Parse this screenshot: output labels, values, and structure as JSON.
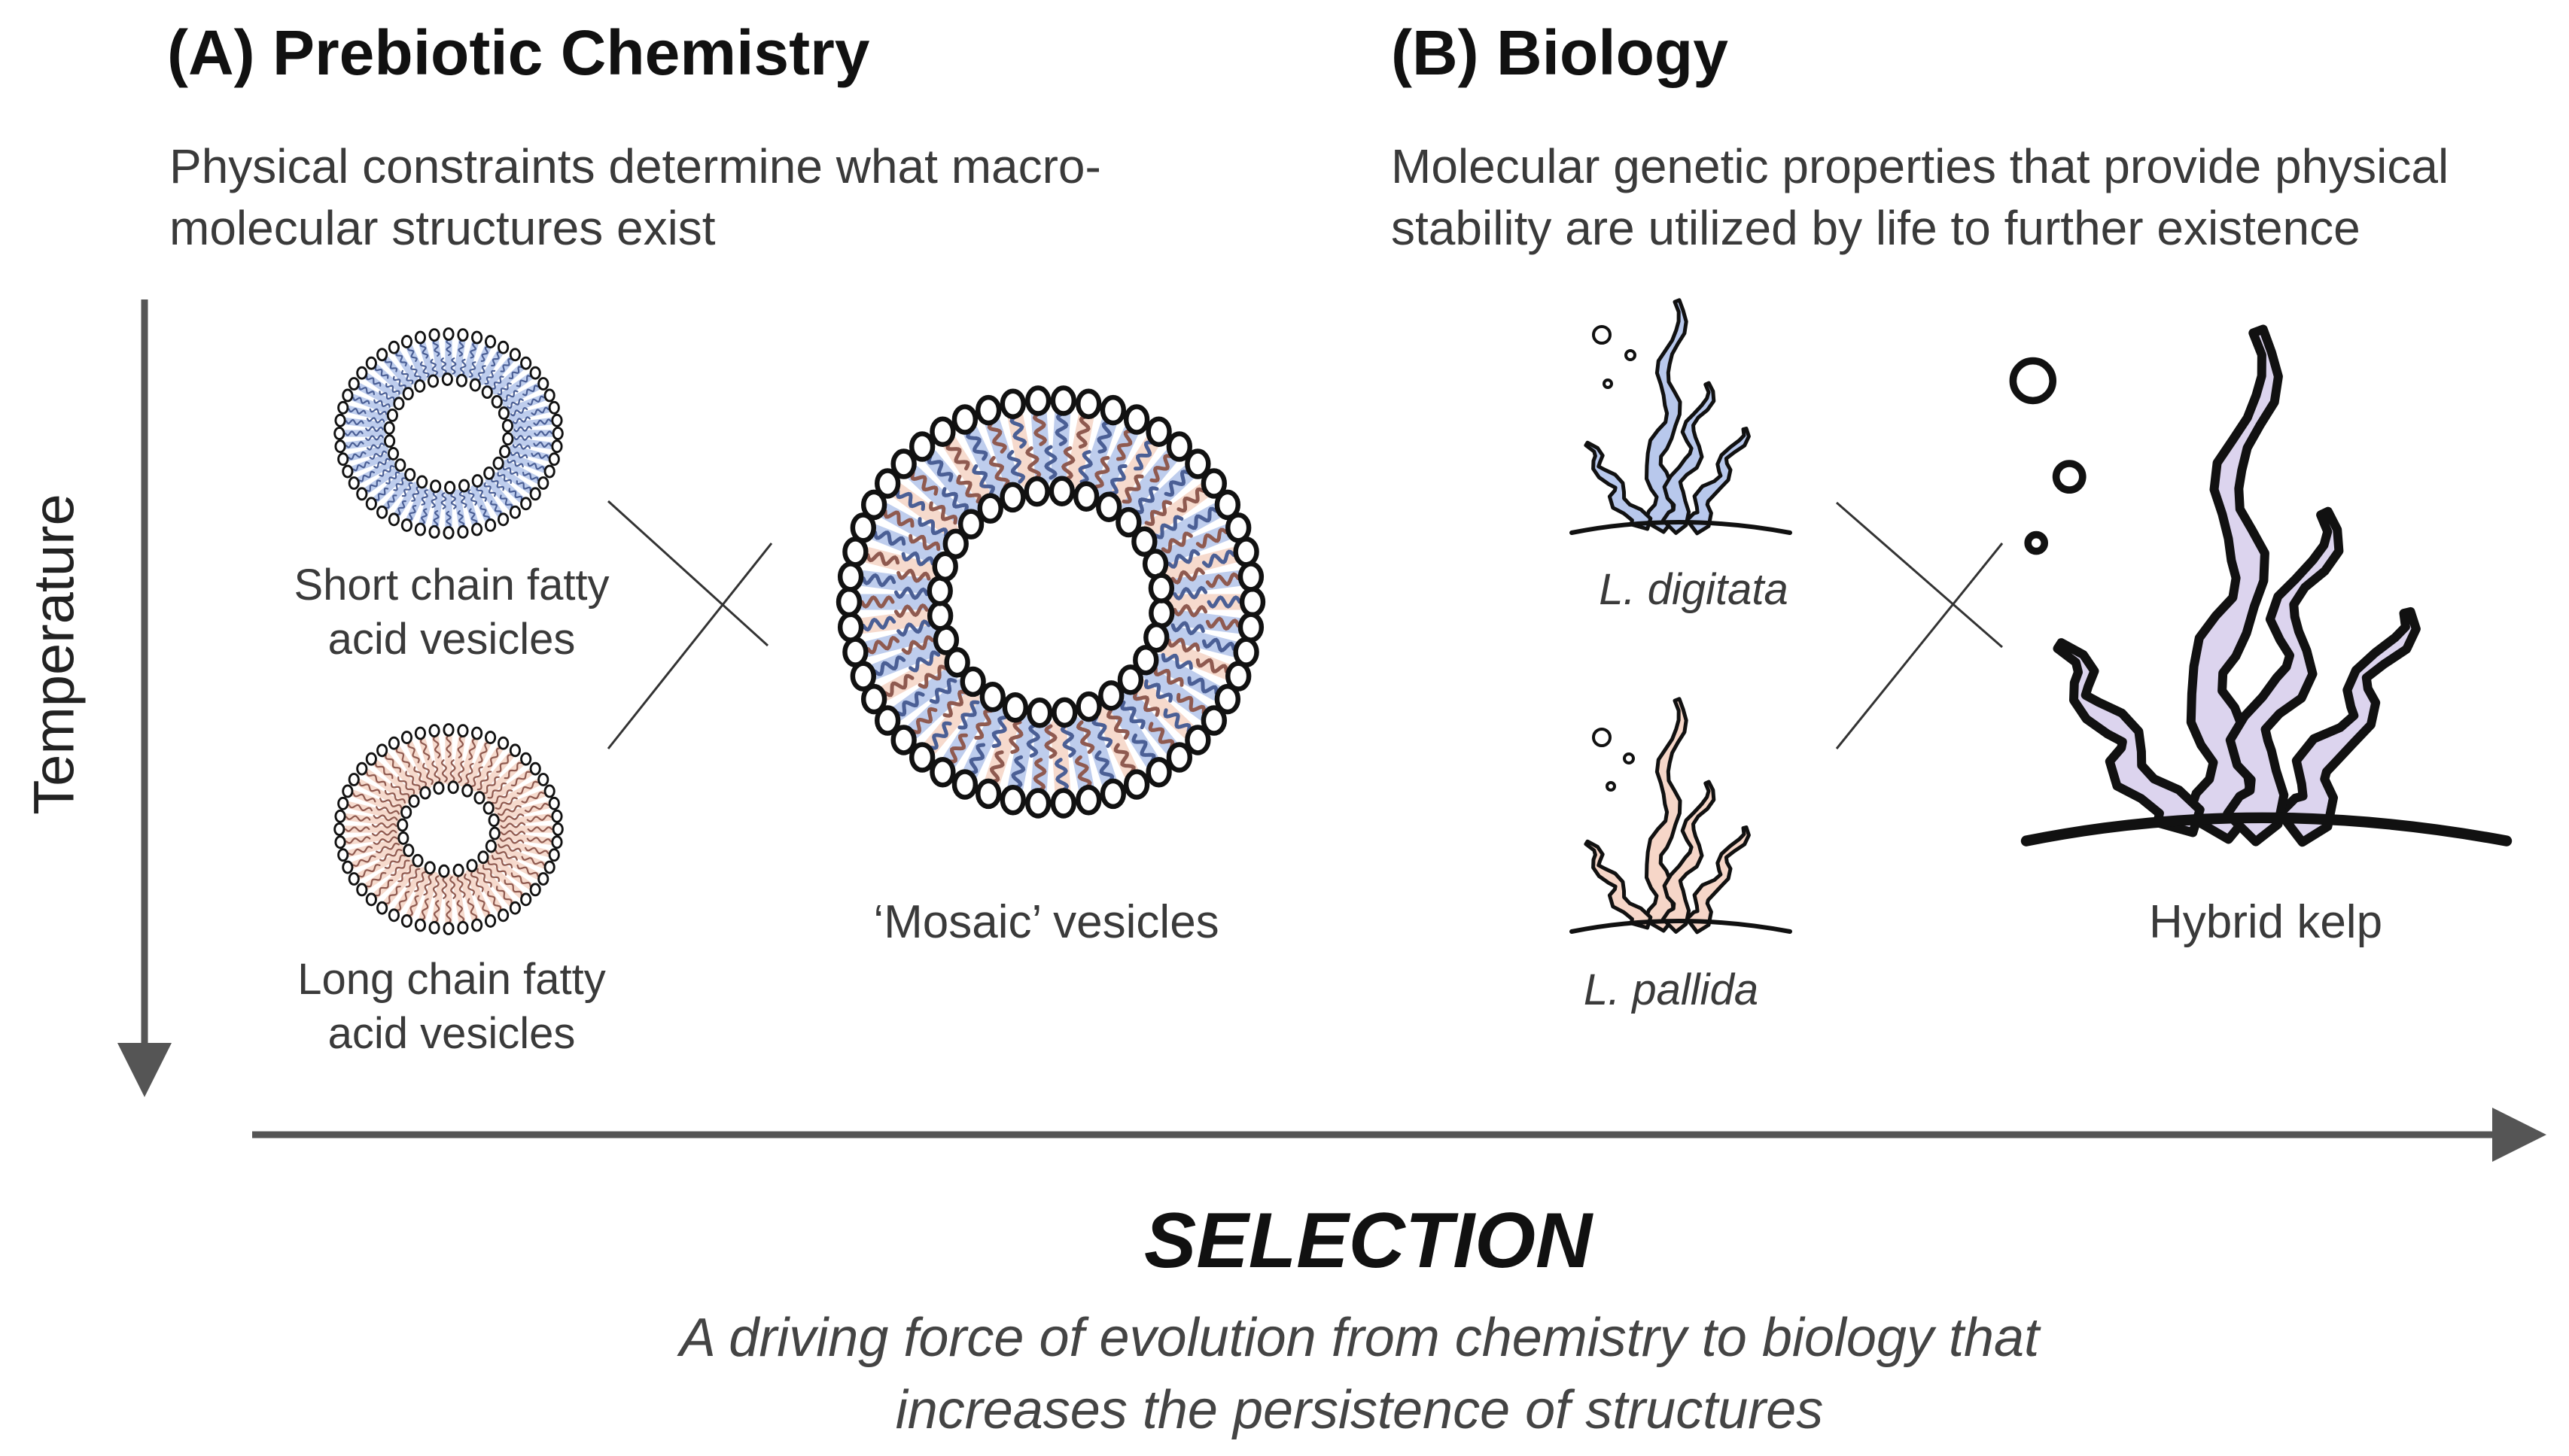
{
  "panel_a": {
    "title": "(A) Prebiotic Chemistry",
    "subtitle_line1": "Physical constraints determine what macro-",
    "subtitle_line2": "molecular structures exist",
    "short_label_line1": "Short chain fatty",
    "short_label_line2": "acid vesicles",
    "long_label_line1": "Long chain fatty",
    "long_label_line2": "acid vesicles",
    "mosaic_label": "‘Mosaic’ vesicles"
  },
  "panel_b": {
    "title": "(B) Biology",
    "subtitle_line1": "Molecular genetic properties that provide physical",
    "subtitle_line2": "stability are utilized by life to further existence",
    "species1": "L. digitata",
    "species2": "L. pallida",
    "hybrid_label": "Hybrid kelp"
  },
  "axes": {
    "vertical_label": "Temperature"
  },
  "selection": {
    "title": "SELECTION",
    "line1": "A driving force of evolution from chemistry to biology that",
    "line2": "increases the persistence of structures"
  },
  "colors": {
    "blue": "#b8c8ec",
    "blue_dark": "#4b5f95",
    "pink": "#f6d6c8",
    "pink_dark": "#8f5a50",
    "arrow": "#555555",
    "outline": "#111111"
  }
}
